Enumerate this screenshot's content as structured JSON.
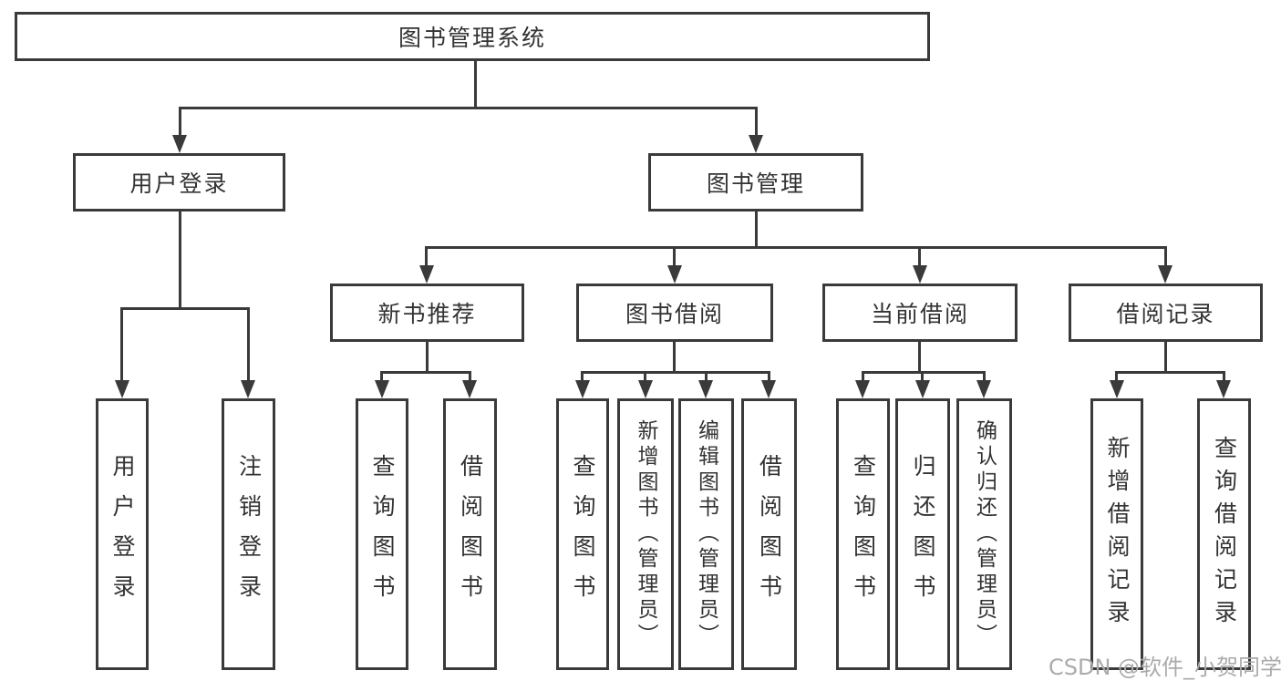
{
  "diagram": {
    "root": {
      "label": "图书管理系统"
    },
    "level2": [
      {
        "label": "用户登录"
      },
      {
        "label": "图书管理"
      }
    ],
    "level3": [
      {
        "label": "新书推荐"
      },
      {
        "label": "图书借阅"
      },
      {
        "label": "当前借阅"
      },
      {
        "label": "借阅记录"
      }
    ],
    "leaves": {
      "user_login": [
        {
          "label": "用户登录"
        },
        {
          "label": "注销登录"
        }
      ],
      "new_book_recommend": [
        {
          "label": "查询图书"
        },
        {
          "label": "借阅图书"
        }
      ],
      "book_borrow": [
        {
          "label": "查询图书"
        },
        {
          "label": "新增图书（管理员）"
        },
        {
          "label": "编辑图书（管理员）"
        },
        {
          "label": "借阅图书"
        }
      ],
      "current_borrow": [
        {
          "label": "查询图书"
        },
        {
          "label": "归还图书"
        },
        {
          "label": "确认归还（管理员）"
        }
      ],
      "borrow_record": [
        {
          "label": "新增借阅记录"
        },
        {
          "label": "查询借阅记录"
        }
      ]
    }
  },
  "watermark": {
    "text": "CSDN @软件_小贺同学"
  },
  "colors": {
    "line": "#3a3a3a",
    "text": "#333333",
    "watermark": "#ababab",
    "background": "#ffffff"
  }
}
